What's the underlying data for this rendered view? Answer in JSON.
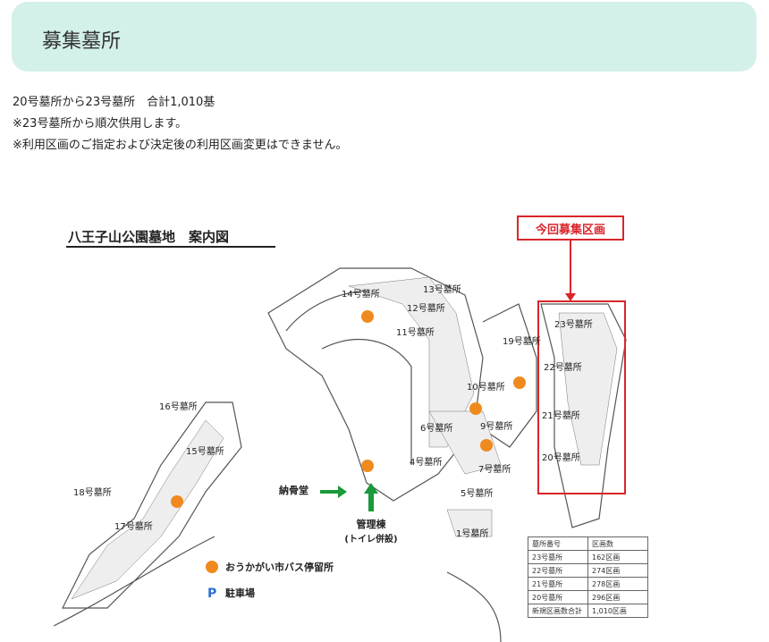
{
  "header": {
    "title": "募集墓所"
  },
  "intro": {
    "line1": "20号墓所から23号墓所　合計1,010基",
    "line2": "※23号墓所から順次供用します。",
    "line3": "※利用区画のご指定および決定後の利用区画変更はできません。"
  },
  "map": {
    "title": "八王子山公園墓地　案内図",
    "callout": "今回募集区画",
    "labels": [
      "14号墓所",
      "13号墓所",
      "12号墓所",
      "11号墓所",
      "10号墓所",
      "9号墓所",
      "19号墓所",
      "23号墓所",
      "22号墓所",
      "21号墓所",
      "20号墓所",
      "16号墓所",
      "15号墓所",
      "18号墓所",
      "17号墓所",
      "6号墓所",
      "4号墓所",
      "7号墓所",
      "5号墓所",
      "1号墓所"
    ],
    "noukotsudou": "納骨堂",
    "kanri": "管理棟",
    "kanri_sub": "(トイレ併設)",
    "legend_bus": "おうかがい市バス停留所",
    "legend_parking_icon": "P",
    "legend_parking": "駐車場",
    "colors": {
      "bus": "#f08a1e",
      "accent": "#d9262b",
      "arrow": "#1a9a3a",
      "parking": "#2a6fd0"
    }
  },
  "table": {
    "headers": [
      "墓所番号",
      "区画数"
    ],
    "rows": [
      [
        "23号墓所",
        "162区画"
      ],
      [
        "22号墓所",
        "274区画"
      ],
      [
        "21号墓所",
        "278区画"
      ],
      [
        "20号墓所",
        "296区画"
      ],
      [
        "新規区画数合計",
        "1,010区画"
      ]
    ]
  }
}
